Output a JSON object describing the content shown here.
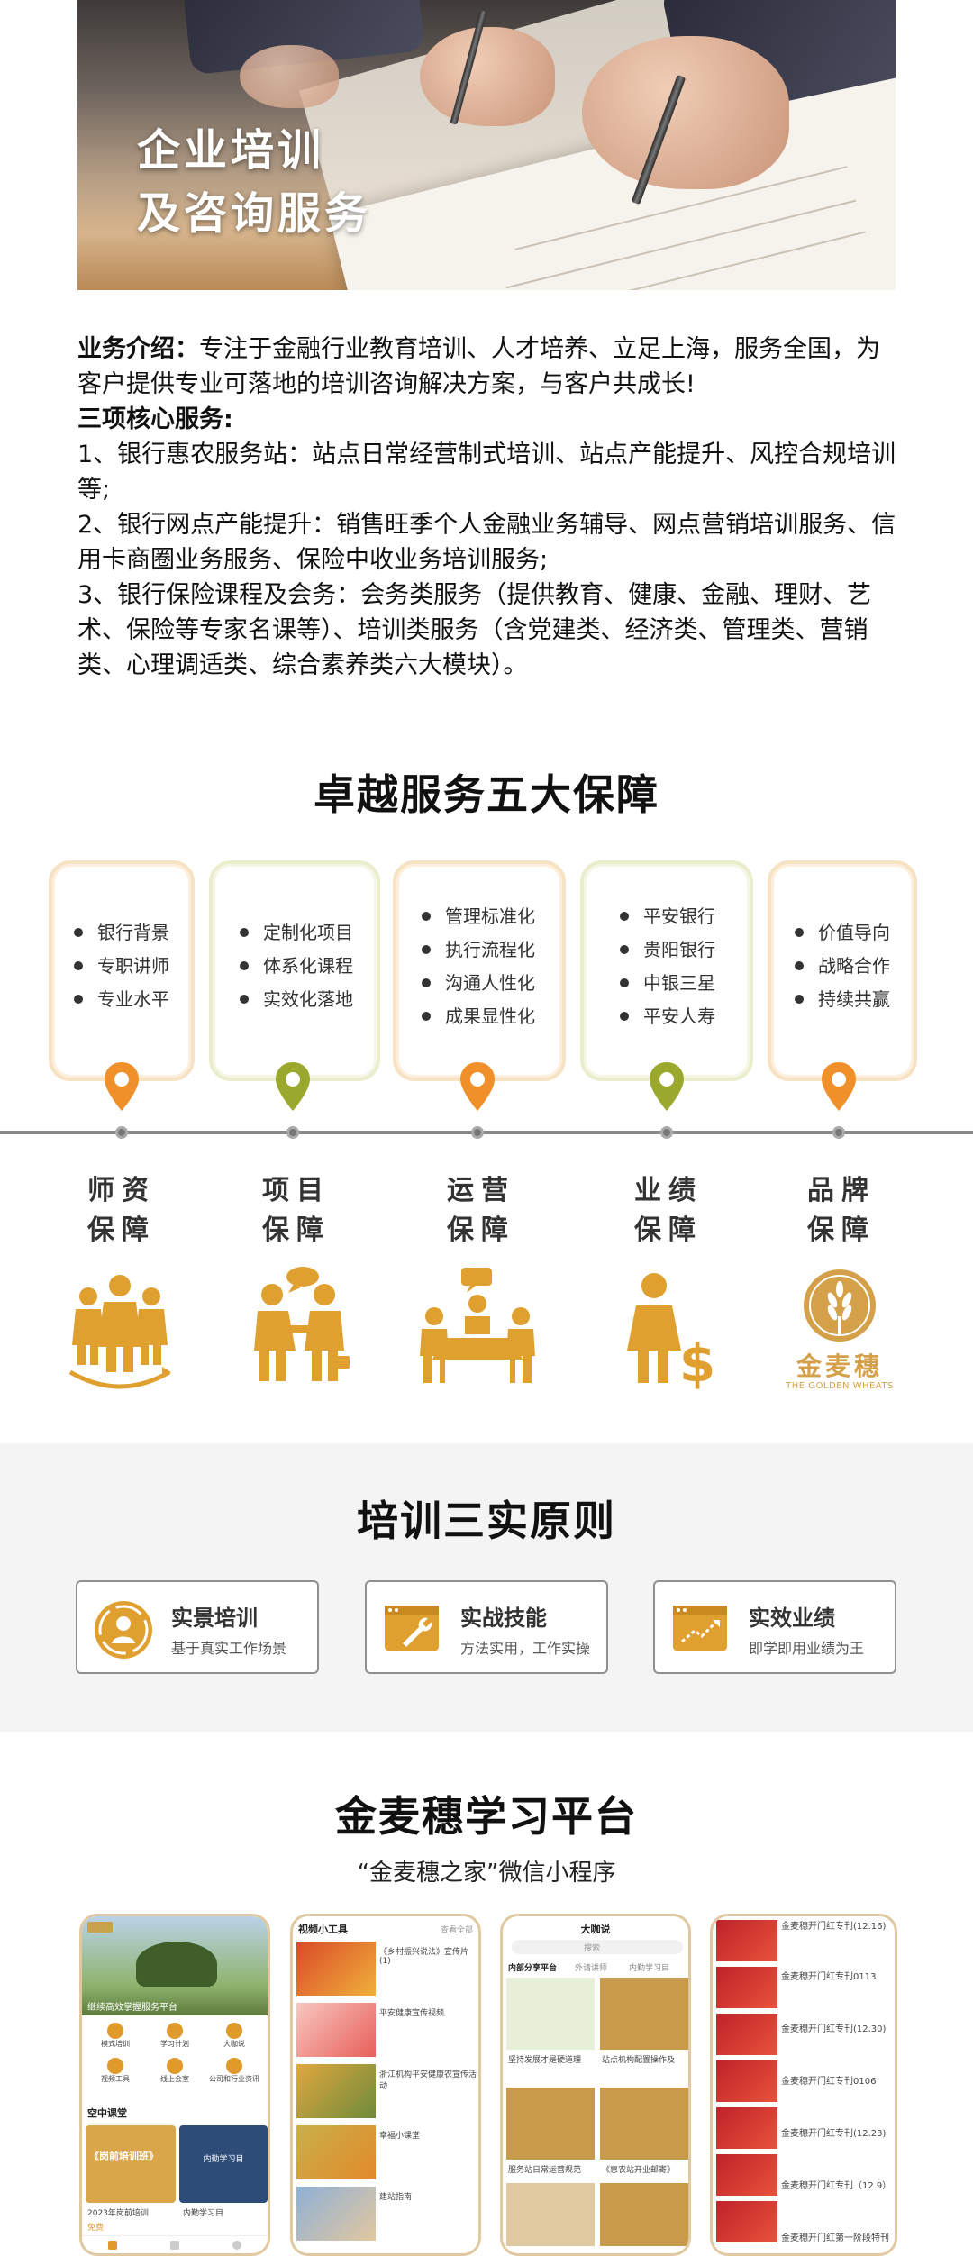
{
  "hero": {
    "title_line1": "企业培训",
    "title_line2": "及咨询服务"
  },
  "intro": {
    "label": "业务介绍：",
    "text": "专注于金融行业教育培训、人才培养、立足上海，服务全国，为客户提供专业可落地的培训咨询解决方案，与客户共成长!",
    "core_title": "三项核心服务:",
    "items": [
      "1、银行惠农服务站：站点日常经营制式培训、站点产能提升、风控合规培训等;",
      "2、银行网点产能提升：销售旺季个人金融业务辅导、网点营销培训服务、信用卡商圈业务服务、保险中收业务培训服务;",
      "3、银行保险课程及会务：会务类服务（提供教育、健康、金融、理财、艺术、保险等专家名课等）、培训类服务（含党建类、经济类、管理类、营销类、心理调适类、综合素养类六大模块）。"
    ]
  },
  "guarantee": {
    "title": "卓越服务五大保障",
    "columns": [
      {
        "items": [
          "银行背景",
          "专职讲师",
          "专业水平"
        ],
        "label1": "师资",
        "label2": "保障",
        "icon": "team-icon",
        "color": "#f0902a"
      },
      {
        "items": [
          "定制化项目",
          "体系化课程",
          "实效化落地"
        ],
        "label1": "项目",
        "label2": "保障",
        "icon": "handshake-icon",
        "color": "#9aa92e"
      },
      {
        "items": [
          "管理标准化",
          "执行流程化",
          "沟通人性化",
          "成果显性化"
        ],
        "label1": "运营",
        "label2": "保障",
        "icon": "meeting-icon",
        "color": "#f0902a"
      },
      {
        "items": [
          "平安银行",
          "贵阳银行",
          "中银三星",
          "平安人寿"
        ],
        "label1": "业绩",
        "label2": "保障",
        "icon": "money-man-icon",
        "color": "#9aa92e"
      },
      {
        "items": [
          "价值导向",
          "战略合作",
          "持续共赢"
        ],
        "label1": "品牌",
        "label2": "保障",
        "icon": "golden-wheats-logo",
        "color": "#f0902a"
      }
    ],
    "logo_text": "金麦穗",
    "logo_sub": "THE GOLDEN WHEATS"
  },
  "principles": {
    "title": "培训三实原则",
    "items": [
      {
        "title": "实景培训",
        "sub": "基于真实工作场景",
        "icon": "scene-icon"
      },
      {
        "title": "实战技能",
        "sub": "方法实用，工作实操",
        "icon": "tools-icon"
      },
      {
        "title": "实效业绩",
        "sub": "即学即用业绩为王",
        "icon": "chart-board-icon"
      }
    ]
  },
  "platform": {
    "title": "金麦穗学习平台",
    "subtitle": "“金麦穗之家”微信小程序",
    "phone1": {
      "banner": "继续高效掌握服务平台",
      "grid": [
        "模式培训",
        "学习计划",
        "大咖说",
        "视频工具",
        "线上会室",
        "公司和行业资讯"
      ],
      "section": "空中课堂",
      "card1": "《岗前培训班》",
      "card2": "内勤学习目",
      "c1": "2023年岗前培训",
      "c2": "内勤学习目",
      "free": "免费"
    },
    "phone2": {
      "header": "视频小工具",
      "more": "查看全部",
      "rows": [
        "《乡村振兴说法》宣传片(1)",
        "平安健康宣传视频",
        "浙江机构平安健康农宣传活动",
        "幸福小课堂",
        "建站指南"
      ]
    },
    "phone3": {
      "header": "大咖说",
      "search": "搜索",
      "tabs": [
        "内部分享平台",
        "外请讲师",
        "内勤学习目"
      ],
      "cards": [
        "坚持发展才是硬道理",
        "站点机构配置操作及",
        "服务站日常运营规范",
        "《惠农站开业邮寄》"
      ]
    },
    "phone4": {
      "items": [
        "金麦穗开门红专刊(12.16)",
        "金麦穗开门红专刊0113",
        "金麦穗开门红专刊(12.30)",
        "金麦穗开门红专刊0106",
        "金麦穗开门红专刊(12.23)",
        "金麦穗开门红专刊（12.9）",
        "金麦穗开门红第一阶段特刊"
      ]
    }
  }
}
